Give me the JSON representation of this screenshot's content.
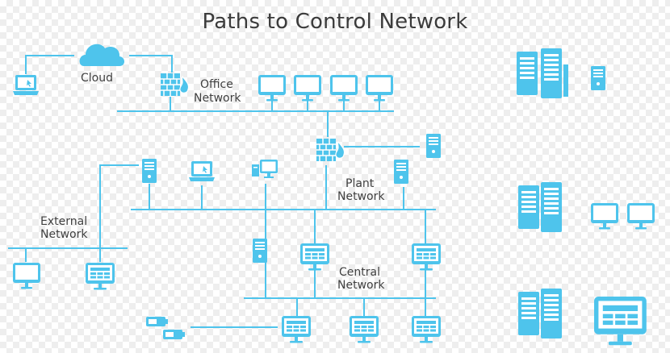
{
  "title": "Paths to Control Network",
  "labels": {
    "cloud": "Cloud",
    "office_line1": "Office",
    "office_line2": "Network",
    "plant_line1": "Plant",
    "plant_line2": "Network",
    "external_line1": "External",
    "external_line2": "Network",
    "central_line1": "Central",
    "central_line2": "Network"
  },
  "colors": {
    "device": "#4ec4ec",
    "line": "#4ec4ec",
    "text": "#3f3f3f",
    "firewall_flame": "#4ec4ec"
  },
  "icons": [
    "cloud-icon",
    "laptop-icon",
    "monitor-icon",
    "server-tower-icon",
    "firewall-icon",
    "hmi-panel-icon",
    "battery-icon",
    "server-rack-icon"
  ]
}
